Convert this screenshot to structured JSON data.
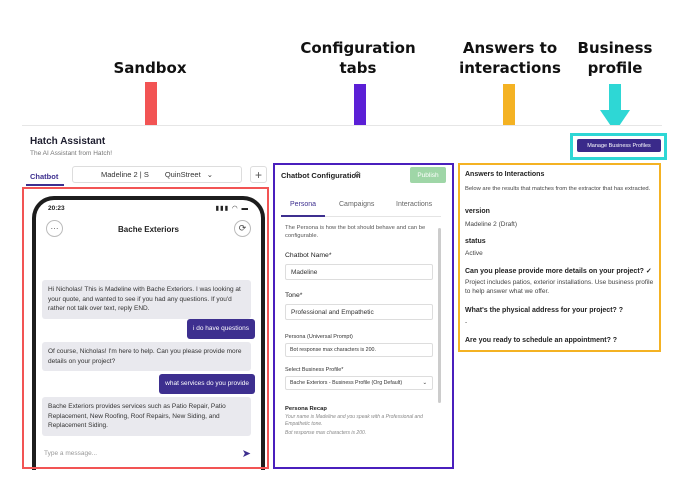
{
  "annotations": {
    "sandbox": "Sandbox",
    "config_line1": "Configuration",
    "config_line2": "tabs",
    "answers_line1": "Answers to",
    "answers_line2": "interactions",
    "business_line1": "Business",
    "business_line2": "profile"
  },
  "colors": {
    "sandbox": "#f25454",
    "config": "#4a1fbd",
    "answers": "#f4b223",
    "business": "#2ed7d5",
    "brand": "#3d2f8f"
  },
  "app": {
    "title": "Hatch Assistant",
    "subtitle": "The AI Assistant from Hatch!",
    "manage_button": "Manage Business Profiles",
    "tab_chatbot": "Chatbot",
    "bot_select": "Madeline 2 | S",
    "bot_select_suffix": "QuinStreet",
    "plus": "+"
  },
  "phone": {
    "time": "20:23",
    "status_icons": "▮▮▮ ◠ ▬",
    "title": "Bache Exteriors",
    "dots": "···",
    "refresh": "⟳",
    "messages": [
      {
        "from": "bot",
        "text": "Hi Nicholas! This is Madeline with Bache Exteriors. I was looking at your quote, and wanted to see if you had any questions. If you'd rather not talk over text, reply END."
      },
      {
        "from": "user",
        "text": "i do have questions"
      },
      {
        "from": "bot",
        "text": "Of course, Nicholas! I'm here to help. Can you please provide more details on your project?"
      },
      {
        "from": "user",
        "text": "what services do you provide"
      },
      {
        "from": "bot",
        "text": "Bache Exteriors provides services such as Patio Repair, Patio Replacement, New Roofing, Roof Repairs, New Siding, and Replacement Siding."
      }
    ],
    "input_placeholder": "Type a message...",
    "send_icon": "➤"
  },
  "config": {
    "header": "Chatbot Configuration",
    "gear": "⚙",
    "publish": "Publish",
    "tabs": [
      "Persona",
      "Campaigns",
      "Interactions"
    ],
    "description": "The Persona is how the bot should behave and can be configurable.",
    "name_label": "Chatbot Name*",
    "name_value": "Madeline",
    "tone_label": "Tone*",
    "tone_value": "Professional and Empathetic",
    "prompt_label": "Persona (Universal Prompt)",
    "prompt_value": "Bot response max characters is 200.",
    "profile_label": "Select Business Profile*",
    "profile_value": "Bache Exteriors - Business Profile (Org Default)",
    "recap_title": "Persona Recap",
    "recap_line1": "Your name is Madeline and you speak with a Professional and Empathetic tone.",
    "recap_line2": "Bot response max characters is 200."
  },
  "answers": {
    "title": "Answers to Interactions",
    "intro": "Below are the results that matches from the extractor that has extracted.",
    "version_label": "version",
    "version_value": "Madeline 2 (Draft)",
    "status_label": "status",
    "status_value": "Active",
    "q1": "Can you please provide more details on your project? ✓",
    "a1": "Project includes patios, exterior installations. Use business profile to help answer what we offer.",
    "q2": "What's the physical address for your project? ?",
    "a2": "-",
    "q3": "Are you ready to schedule an appointment? ?"
  }
}
